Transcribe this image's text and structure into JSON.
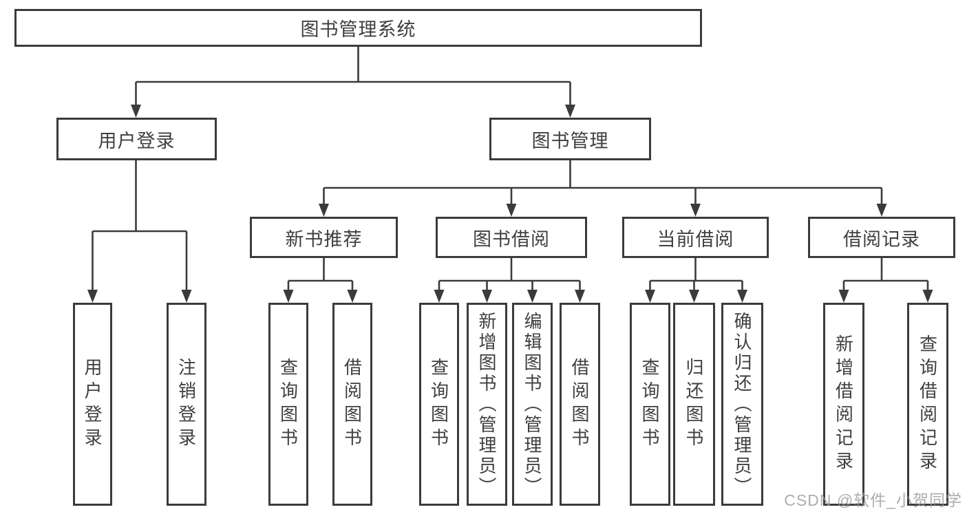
{
  "diagram_title": "图书管理系统",
  "tree": {
    "root": {
      "label": "图书管理系统"
    },
    "children": [
      {
        "label": "用户登录",
        "children": [
          {
            "label": "用户登录"
          },
          {
            "label": "注销登录"
          }
        ]
      },
      {
        "label": "图书管理",
        "children": [
          {
            "label": "新书推荐",
            "children": [
              {
                "label": "查询图书"
              },
              {
                "label": "借阅图书"
              }
            ]
          },
          {
            "label": "图书借阅",
            "children": [
              {
                "label": "查询图书"
              },
              {
                "label": "新增图书（管理员）"
              },
              {
                "label": "编辑图书（管理员）"
              },
              {
                "label": "借阅图书"
              }
            ]
          },
          {
            "label": "当前借阅",
            "children": [
              {
                "label": "查询图书"
              },
              {
                "label": "归还图书"
              },
              {
                "label": "确认归还（管理员）"
              }
            ]
          },
          {
            "label": "借阅记录",
            "children": [
              {
                "label": "新增借阅记录"
              },
              {
                "label": "查询借阅记录"
              }
            ]
          }
        ]
      }
    ]
  },
  "watermark": "CSDN @软件_小贺同学",
  "colors": {
    "line": "#3b3b3b",
    "text": "#3f3f3f",
    "background": "#ffffff",
    "watermark": "#989898"
  }
}
